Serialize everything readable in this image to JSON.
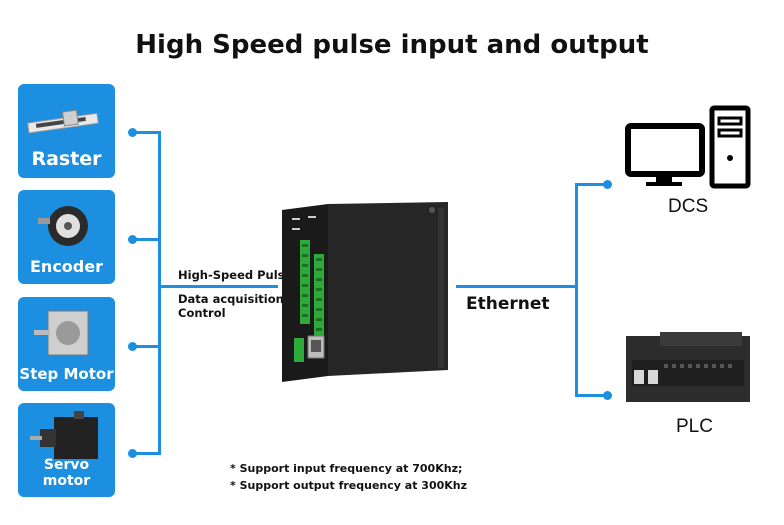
{
  "title": "High Speed pulse input and output",
  "sources": [
    {
      "label": "Raster",
      "icon": "raster-scale-icon"
    },
    {
      "label": "Encoder",
      "icon": "encoder-icon"
    },
    {
      "label": "Step Motor",
      "icon": "step-motor-icon"
    },
    {
      "label": "Servo motor",
      "icon": "servo-motor-icon"
    }
  ],
  "link_left": {
    "line1": "High-Speed Pulse",
    "line2": "Data acquisition/",
    "line3": "Control"
  },
  "link_right": "Ethernet",
  "devices": [
    {
      "label": "DCS",
      "icon": "dcs-computer-icon"
    },
    {
      "label": "PLC",
      "icon": "plc-icon"
    }
  ],
  "notes": [
    "* Support input frequency at 700Khz;",
    "* Support output frequency at 300Khz"
  ],
  "colors": {
    "accent": "#1c8fe0",
    "module": "#1f1f1f",
    "terminal": "#2eaa3a"
  }
}
